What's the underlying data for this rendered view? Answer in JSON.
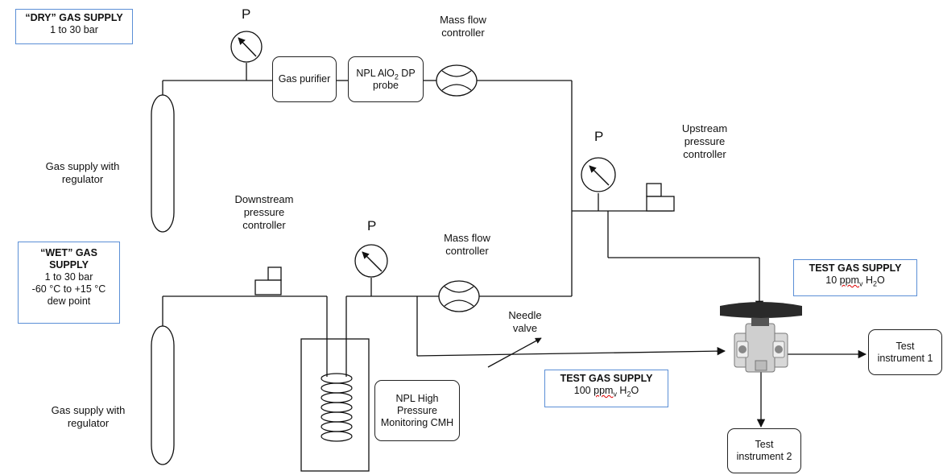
{
  "dry_supply": {
    "title": "“DRY” GAS SUPPLY",
    "range": "1 to 30 bar"
  },
  "wet_supply": {
    "title": "“WET” GAS SUPPLY",
    "range": "1 to 30 bar",
    "dew_range": "-60 °C to +15 °C",
    "dew_label": "dew point"
  },
  "cylinder_label": {
    "line1": "Gas supply with",
    "line2": "regulator"
  },
  "pressure_gauge_label": "P",
  "gas_purifier": "Gas purifier",
  "npl_probe": {
    "line1": "NPL AlO",
    "sub": "2",
    "line1b": " DP",
    "line2": "probe"
  },
  "mfc_label": {
    "line1": "Mass flow",
    "line2": "controller"
  },
  "upstream": {
    "line1": "Upstream",
    "line2": "pressure",
    "line3": "controller"
  },
  "downstream": {
    "line1": "Downstream",
    "line2": "pressure",
    "line3": "controller"
  },
  "needle_valve": {
    "line1": "Needle",
    "line2": "valve"
  },
  "npl_cmh": {
    "line1": "NPL High",
    "line2": "Pressure",
    "line3": "Monitoring CMH"
  },
  "test_supply_10": {
    "title": "TEST GAS SUPPLY",
    "value": "10 ",
    "unit": "ppm",
    "unit_sub": "v",
    "species": " H",
    "species_sub": "2",
    "species_end": "O"
  },
  "test_supply_100": {
    "title": "TEST GAS SUPPLY",
    "value": "100 ",
    "unit": "ppm",
    "unit_sub": "v",
    "species": " H",
    "species_sub": "2",
    "species_end": "O"
  },
  "test_instrument_1": {
    "line1": "Test",
    "line2": "instrument 1"
  },
  "test_instrument_2": {
    "line1": "Test",
    "line2": "instrument 2"
  }
}
